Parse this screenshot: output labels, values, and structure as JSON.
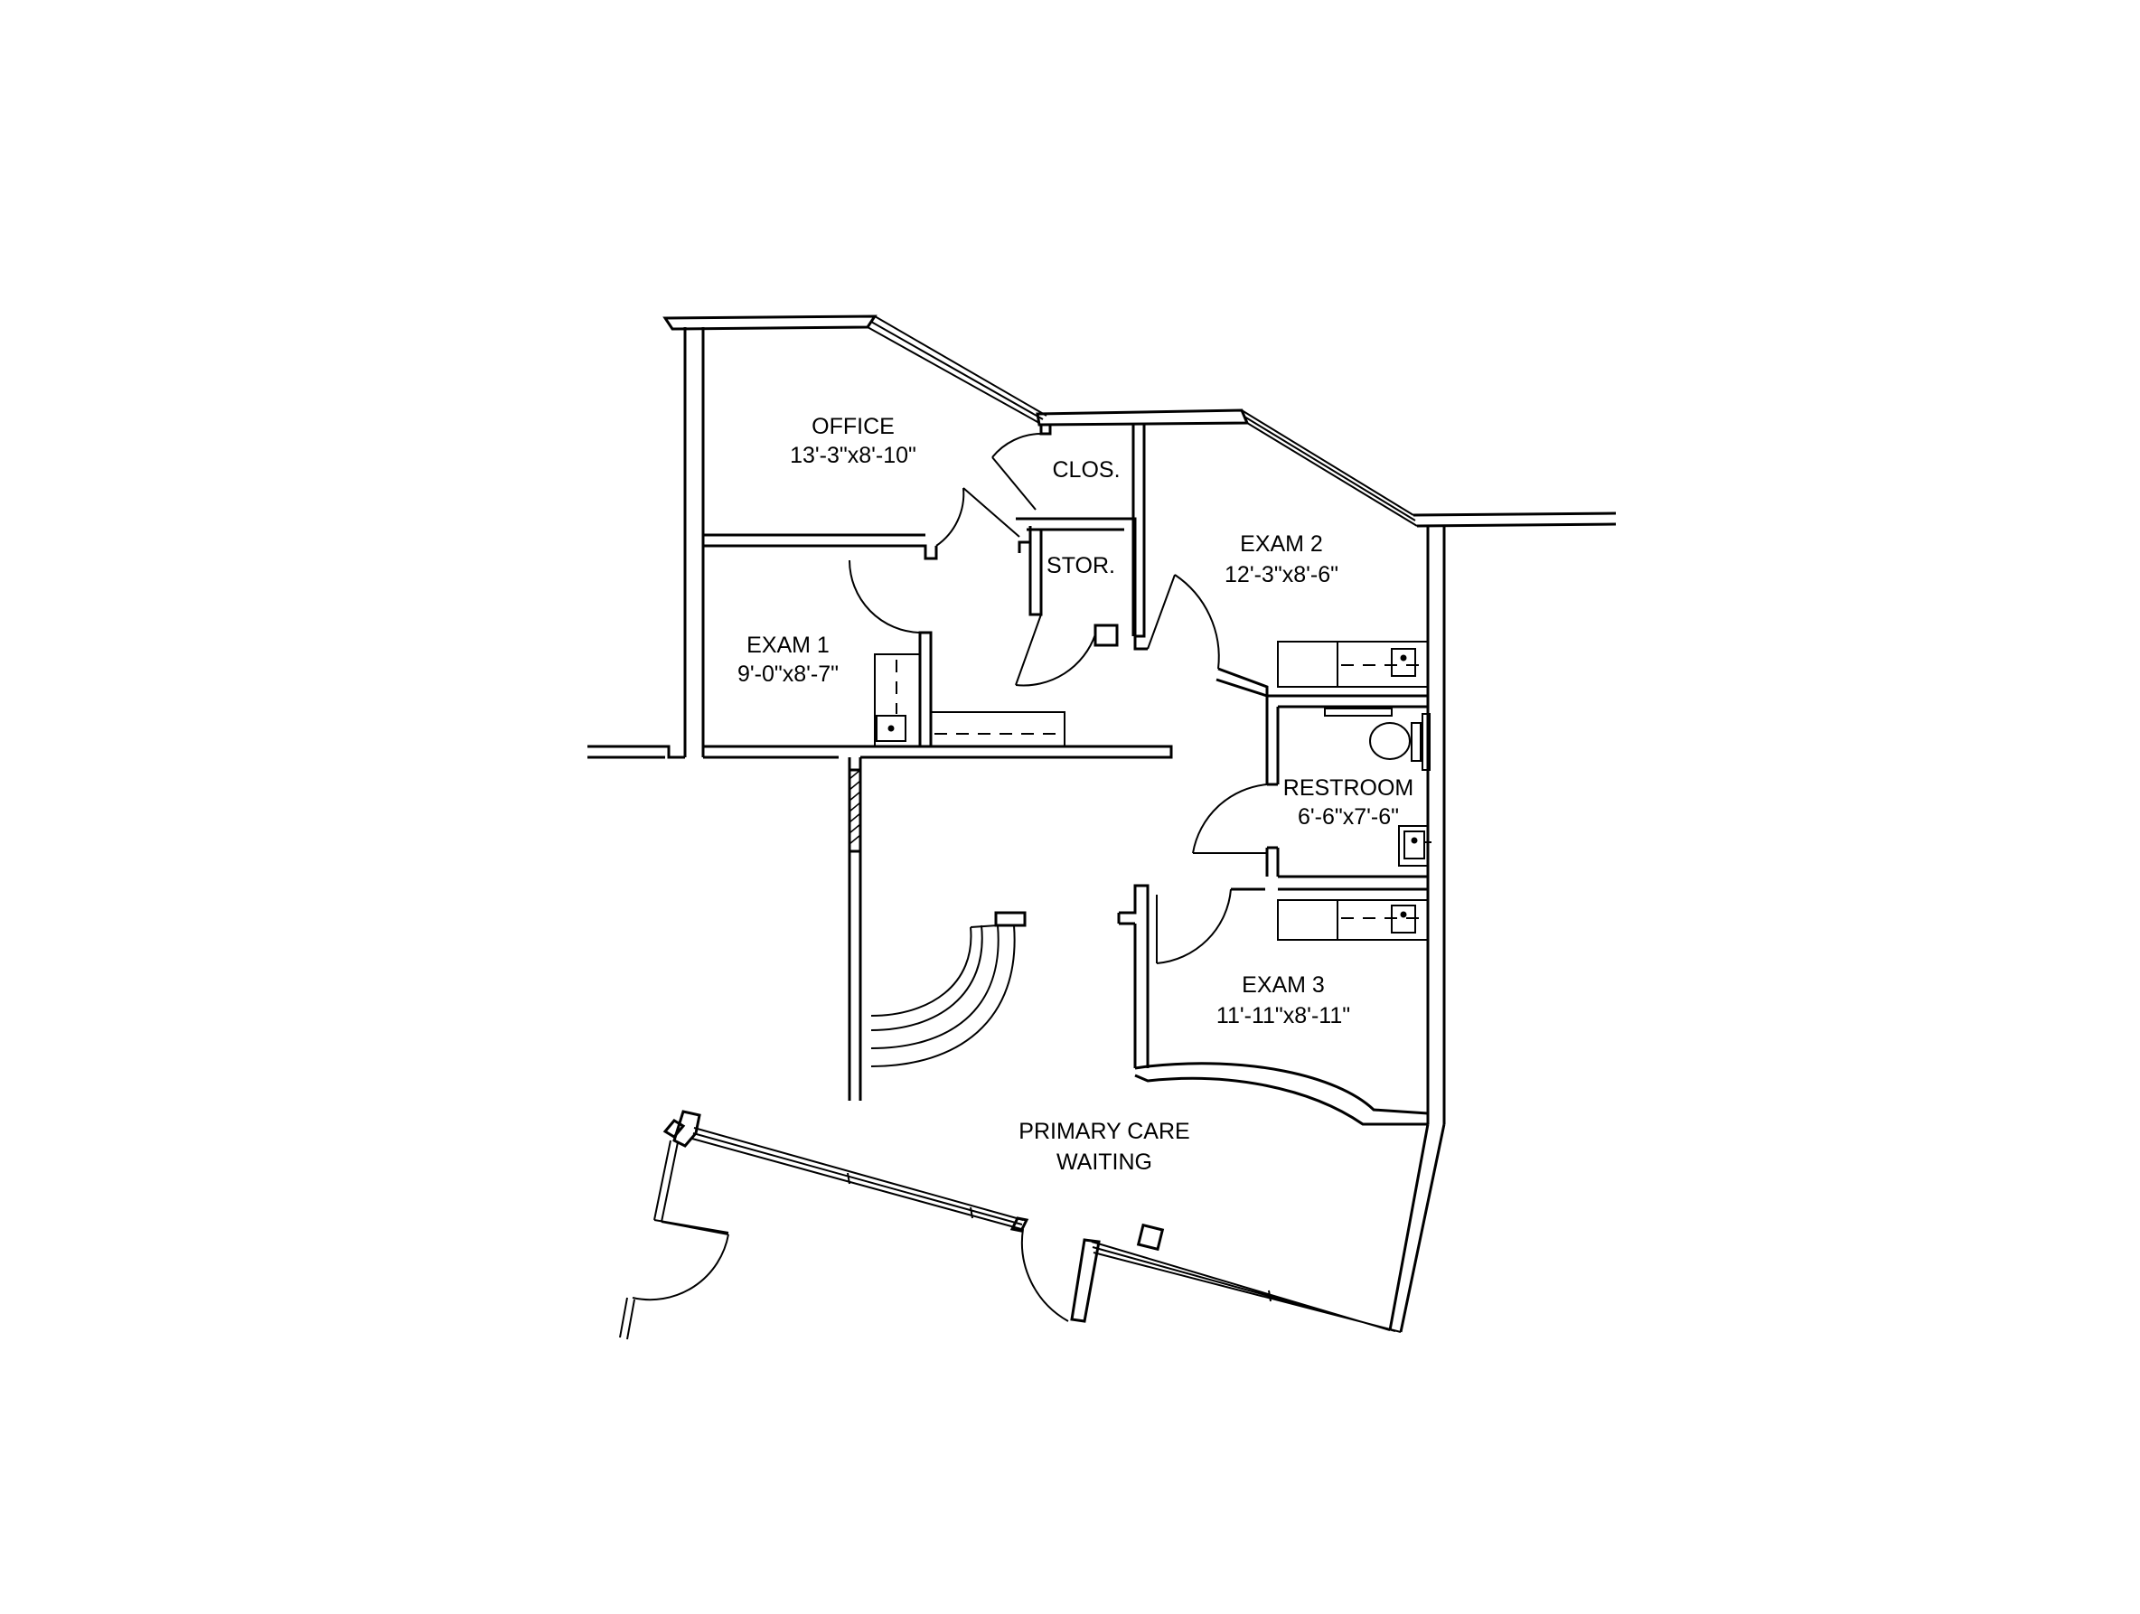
{
  "rooms": {
    "office": {
      "name": "OFFICE",
      "size": "13'-3\"x8'-10\""
    },
    "closet": {
      "name": "CLOS."
    },
    "storage": {
      "name": "STOR."
    },
    "exam1": {
      "name": "EXAM 1",
      "size": "9'-0\"x8'-7\""
    },
    "exam2": {
      "name": "EXAM 2",
      "size": "12'-3\"x8'-6\""
    },
    "restroom": {
      "name": "RESTROOM",
      "size": "6'-6\"x7'-6\""
    },
    "exam3": {
      "name": "EXAM 3",
      "size": "11'-11\"x8'-11\""
    },
    "waiting": {
      "line1": "PRIMARY CARE",
      "line2": "WAITING"
    }
  }
}
